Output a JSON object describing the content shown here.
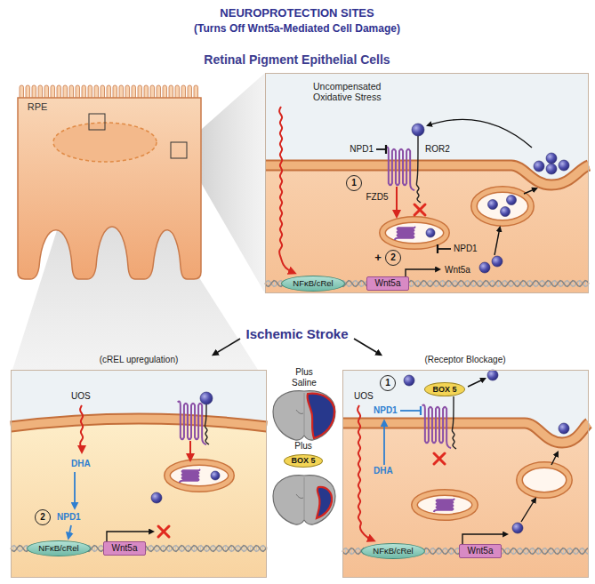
{
  "diagram": {
    "title": "NEUROPROTECTION SITES",
    "nodes": [
      {
        "text": [
          "RPE"
        ]
      },
      {
        "text": [
          "Uncompensated Oxidative Stress",
          "NPD1",
          "ROR2",
          "FZD5",
          "+",
          "NPD1",
          "Wnt5a"
        ]
      },
      {
        "text": [
          "1"
        ],
        "in": 1
      },
      {
        "text": [
          "2"
        ],
        "in": 1
      },
      {
        "text": [
          "NFκB/cRel"
        ],
        "in": 1
      },
      {
        "text": [
          "Wnt5a"
        ],
        "in": 1
      },
      {
        "text": [
          "(cREL upregulation)",
          "UOS",
          "DHA",
          "NPD1"
        ]
      },
      {
        "text": [
          "2"
        ],
        "in": 6
      },
      {
        "text": [
          "NFκB/cRel"
        ],
        "in": 6
      },
      {
        "text": [
          "Wnt5a"
        ],
        "in": 6
      },
      {
        "text": [
          "BOX 5"
        ]
      },
      {
        "text": [
          "(Receptor Blockage)",
          "UOS",
          "NPD1",
          "DHA"
        ]
      },
      {
        "text": [
          "1"
        ],
        "in": 11
      },
      {
        "text": [
          "BOX 5"
        ],
        "in": 11
      },
      {
        "text": [
          "NFκB/cRel"
        ],
        "in": 11
      },
      {
        "text": [
          "Wnt5a"
        ],
        "in": 11
      }
    ],
    "labels": [
      "(Turns Off Wnt5a-Mediated Cell Damage)",
      "Retinal Pigment Epithelial Cells",
      "Ischemic Stroke",
      "Plus Saline",
      "Plus"
    ]
  }
}
